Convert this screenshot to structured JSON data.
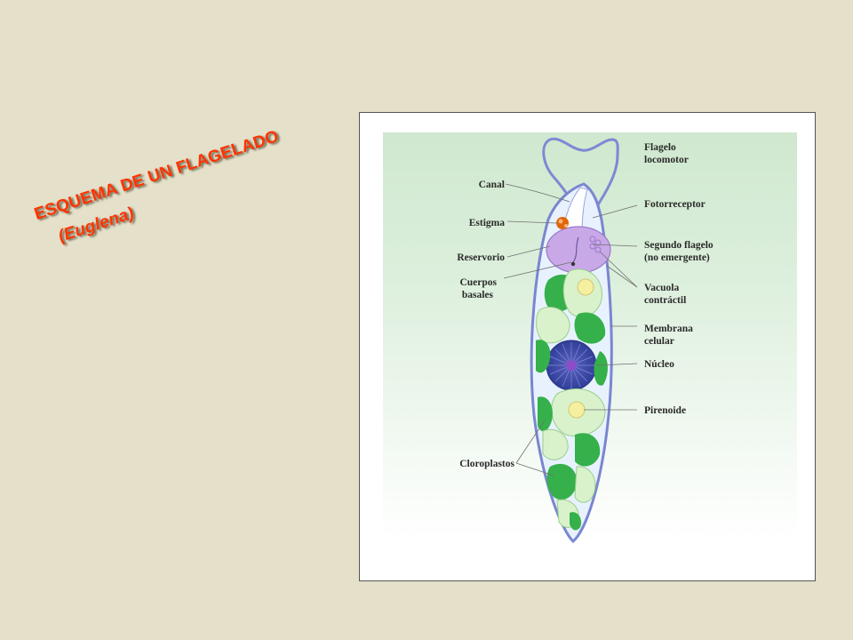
{
  "slide": {
    "title": "ESQUEMA DE UN FLAGELADO",
    "subtitle": "(Euglena)",
    "title_color": "#ff3300",
    "background": "#e4e0ca"
  },
  "diagram": {
    "labels": {
      "canal": "Canal",
      "estigma": "Estigma",
      "reservorio": "Reservorio",
      "cuerpos_basales_1": "Cuerpos",
      "cuerpos_basales_2": "basales",
      "cloroplastos": "Cloroplastos",
      "flagelo_locomotor_1": "Flagelo",
      "flagelo_locomotor_2": "locomotor",
      "fotorreceptor": "Fotorreceptor",
      "segundo_flagelo_1": "Segundo flagelo",
      "segundo_flagelo_2": "(no emergente)",
      "vacuola_1": "Vacuola",
      "vacuola_2": "contráctil",
      "membrana_1": "Membrana",
      "membrana_2": "celular",
      "nucleo": "Núcleo",
      "pirenoide": "Pirenoide"
    },
    "colors": {
      "membrane": "#7a86d0",
      "cytoplasm": "#e8f2ff",
      "chloroplast": "#35b04a",
      "chloroplast_light": "#d9f2cc",
      "pyrenoid": "#f4f0a0",
      "nucleus": "#3b4ab0",
      "nucleolus": "#8a4fc8",
      "reservoir": "#c9a8e8",
      "stigma": "#e0660a"
    }
  }
}
